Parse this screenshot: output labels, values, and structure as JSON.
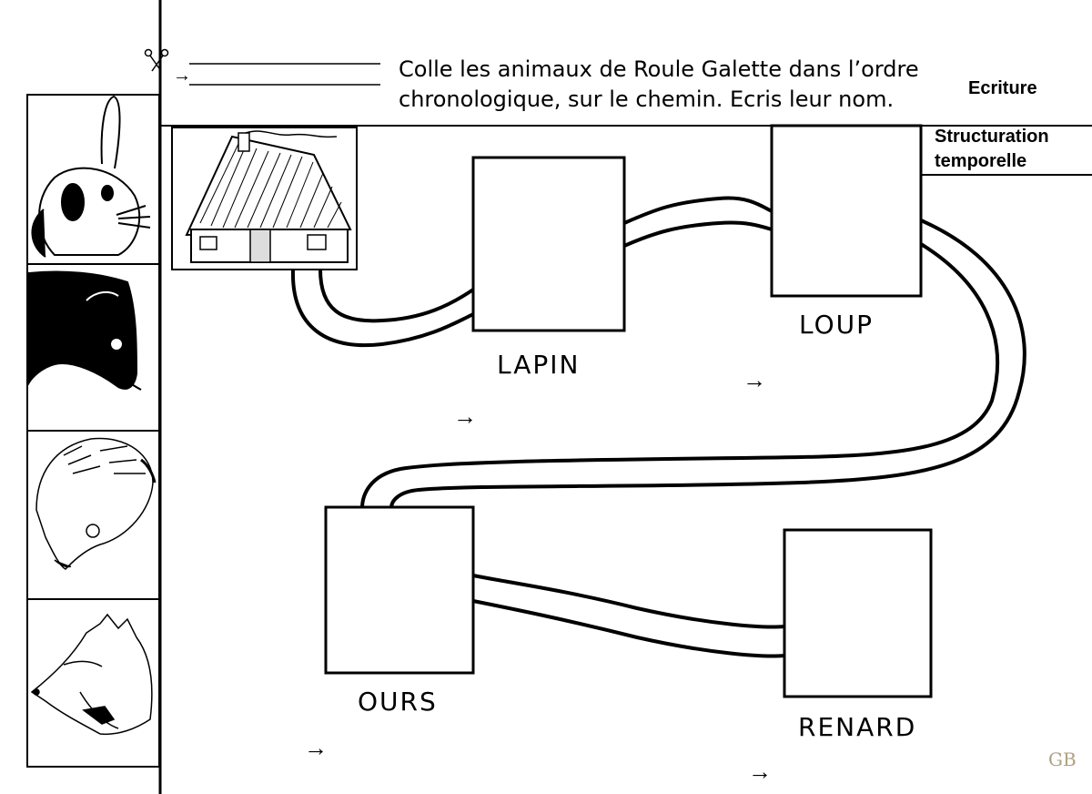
{
  "instruction": {
    "line1": "Colle les animaux de Roule Galette dans l’ordre",
    "line2": "chronologique, sur le chemin. Ecris leur nom."
  },
  "subjects": {
    "primary": "Ecriture",
    "secondary_line1": "Structuration",
    "secondary_line2": "temporelle"
  },
  "path_labels": {
    "lapin": "LAPIN",
    "loup": "LOUP",
    "ours": "OURS",
    "renard": "RENARD"
  },
  "arrow_glyph": "→",
  "watermark": "GB",
  "icons": [
    "scissors-icon",
    "rabbit-drawing",
    "wolf-drawing",
    "bear-drawing",
    "fox-drawing",
    "cottage-drawing"
  ]
}
